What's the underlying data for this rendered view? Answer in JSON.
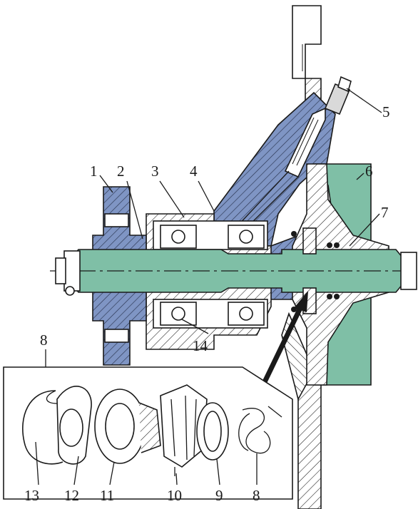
{
  "colors": {
    "housing_blue": "#7f95c4",
    "rotor_green": "#7fbfa6",
    "line": "#1a1a1a",
    "gray_part": "#d9d9d9"
  },
  "labels": {
    "l1": "1",
    "l2": "2",
    "l3": "3",
    "l4": "4",
    "l5": "5",
    "l6": "6",
    "l7": "7",
    "l8": "8",
    "l8b": "8",
    "l9": "9",
    "l10": "10",
    "l11": "11",
    "l12": "12",
    "l13": "13",
    "l14": "14"
  }
}
